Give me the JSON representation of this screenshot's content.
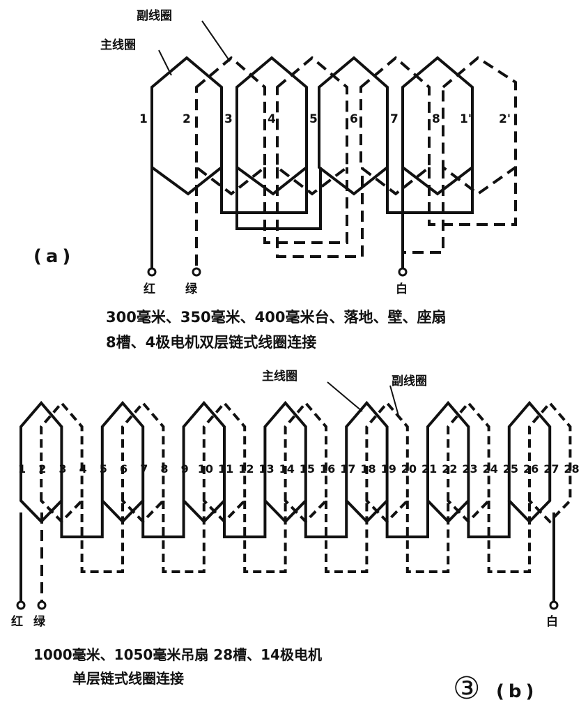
{
  "figure_a": {
    "label_aux": "副线圈",
    "label_main": "主线圈",
    "panel_label": "(a)",
    "slots": [
      "1",
      "2",
      "3",
      "4",
      "5",
      "6",
      "7",
      "8",
      "1'",
      "2'"
    ],
    "terminals": [
      "红",
      "绿",
      "白"
    ],
    "caption_line1": "300毫米、350毫米、400毫米台、落地、壁、座扇",
    "caption_line2": "8槽、4极电机双层链式线圈连接"
  },
  "figure_b": {
    "label_main": "主线圈",
    "label_aux": "副线圈",
    "slots": [
      "1",
      "2",
      "3",
      "4",
      "5",
      "6",
      "7",
      "8",
      "9",
      "10",
      "11",
      "12",
      "13",
      "14",
      "15",
      "16",
      "17",
      "18",
      "19",
      "20",
      "21",
      "22",
      "23",
      "24",
      "25",
      "26",
      "27",
      "28"
    ],
    "terminals": [
      "红",
      "绿",
      "白"
    ],
    "caption_line1": "1000毫米、1050毫米吊扇 28槽、14极电机",
    "caption_line2": "单层链式线圈连接",
    "figure_number": "③",
    "panel_label": "(b)"
  },
  "colors": {
    "ink": "#111111",
    "paper": "#ffffff"
  }
}
